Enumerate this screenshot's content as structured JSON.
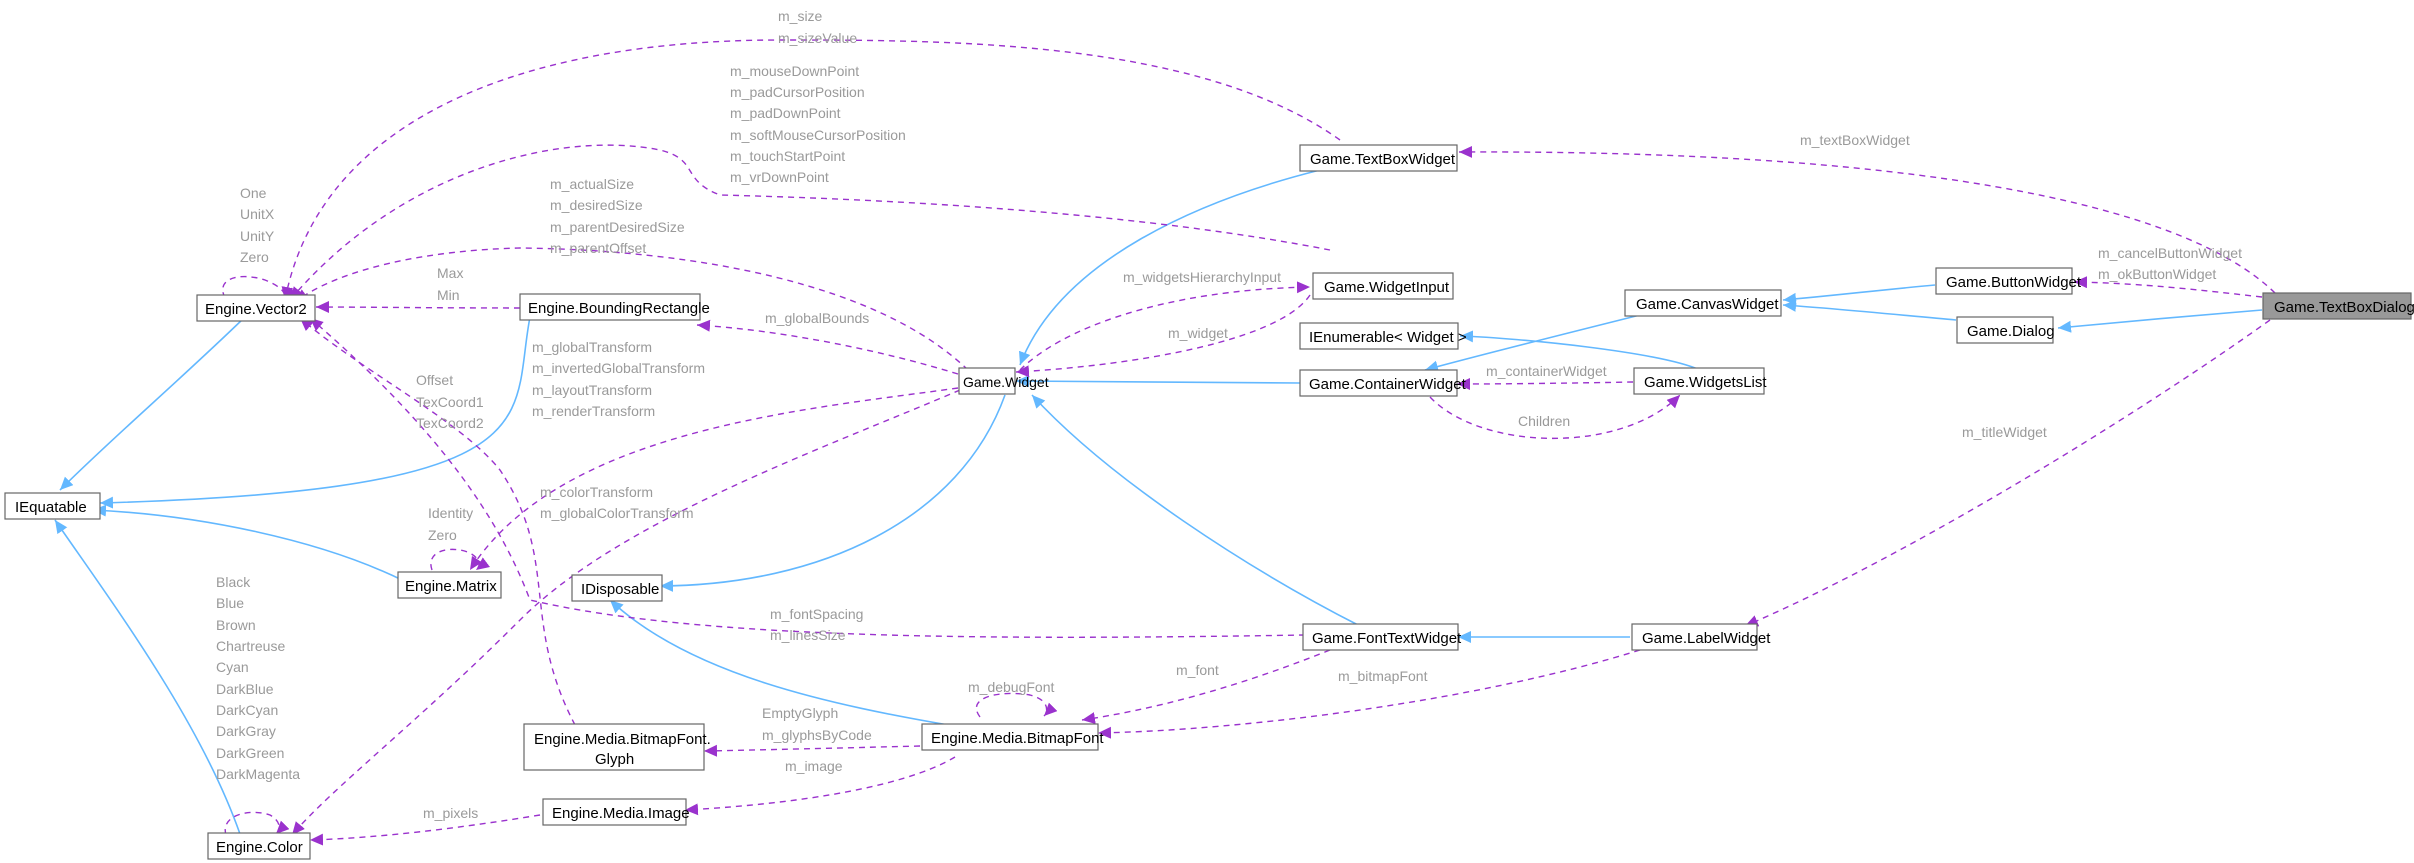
{
  "nodes": {
    "textboxdialog": "Game.TextBoxDialog",
    "buttonwidget": "Game.ButtonWidget",
    "dialog": "Game.Dialog",
    "canvaswidget": "Game.CanvasWidget",
    "textboxwidget": "Game.TextBoxWidget",
    "widgetinput": "Game.WidgetInput",
    "ienumerable": "IEnumerable< Widget >",
    "widgetslist": "Game.WidgetsList",
    "containerwidget": "Game.ContainerWidget",
    "widget": "Game.Widget",
    "vector2": "Engine.Vector2",
    "boundingrectangle": "Engine.BoundingRectangle",
    "iequatable": "IEquatable",
    "matrix": "Engine.Matrix",
    "idisposable": "IDisposable",
    "fonttextwidget": "Game.FontTextWidget",
    "labelwidget": "Game.LabelWidget",
    "glyph_line1": "Engine.Media.BitmapFont.",
    "glyph_line2": "Glyph",
    "bitmapfont": "Engine.Media.BitmapFont",
    "image": "Engine.Media.Image",
    "color": "Engine.Color"
  },
  "edge_labels": {
    "size": [
      "m_size",
      "m_sizeValue"
    ],
    "textbox_points": [
      "m_mouseDownPoint",
      "m_padCursorPosition",
      "m_padDownPoint",
      "m_softMouseCursorPosition",
      "m_touchStartPoint",
      "m_vrDownPoint"
    ],
    "textbox_widget": "m_textBoxWidget",
    "button_widgets": [
      "m_cancelButtonWidget",
      "m_okButtonWidget"
    ],
    "title_widget": "m_titleWidget",
    "vector2_statics": [
      "One",
      "UnitX",
      "UnitY",
      "Zero"
    ],
    "widget_sizes": [
      "m_actualSize",
      "m_desiredSize",
      "m_parentDesiredSize",
      "m_parentOffset"
    ],
    "bounds_minmax": [
      "Max",
      "Min"
    ],
    "hierarchy_input": "m_widgetsHierarchyInput",
    "global_bounds": "m_globalBounds",
    "widget_ref": "m_widget",
    "container_widget": "m_containerWidget",
    "children": "Children",
    "transforms": [
      "m_globalTransform",
      "m_invertedGlobalTransform",
      "m_layoutTransform",
      "m_renderTransform"
    ],
    "glyph_coords": [
      "Offset",
      "TexCoord1",
      "TexCoord2"
    ],
    "matrix_statics": [
      "Identity",
      "Zero"
    ],
    "color_transforms": [
      "m_colorTransform",
      "m_globalColorTransform"
    ],
    "color_statics": [
      "Black",
      "Blue",
      "Brown",
      "Chartreuse",
      "Cyan",
      "DarkBlue",
      "DarkCyan",
      "DarkGray",
      "DarkGreen",
      "DarkMagenta"
    ],
    "font_spacing": [
      "m_fontSpacing",
      "m_linesSize"
    ],
    "font_ref": "m_font",
    "bitmap_font": "m_bitmapFont",
    "debug_font": "m_debugFont",
    "glyphs": [
      "EmptyGlyph",
      "m_glyphsByCode"
    ],
    "image_ref": "m_image",
    "pixels": "m_pixels"
  },
  "colors": {
    "inheritance": "#63b8ff",
    "usage": "#9a32cd",
    "focus_fill": "#999999",
    "label": "#9a9a9a"
  }
}
